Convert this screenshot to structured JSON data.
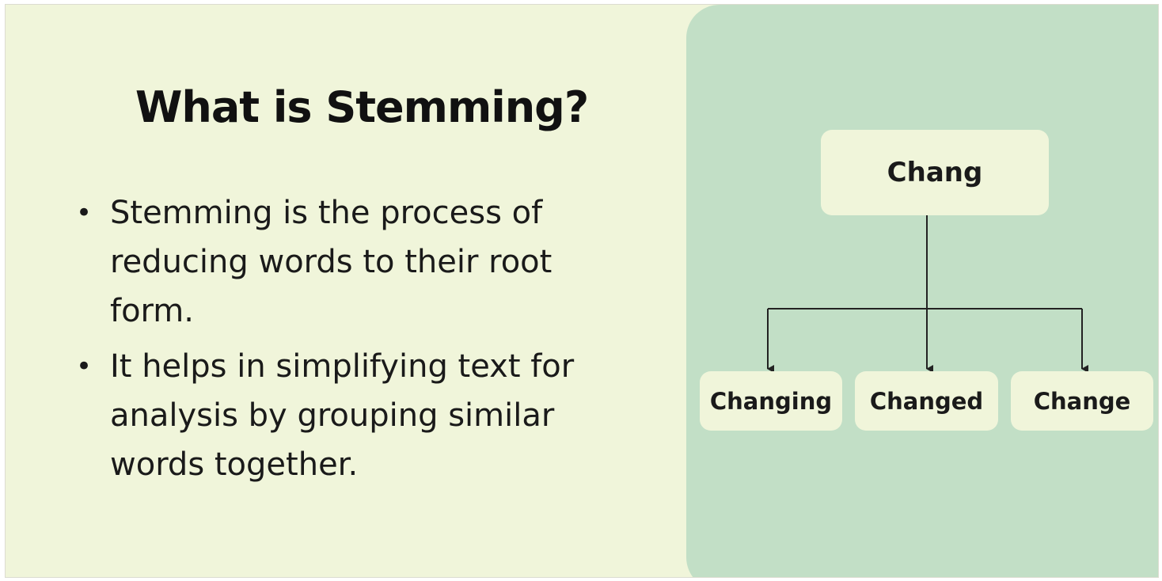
{
  "slide": {
    "title": "What is Stemming?",
    "bullets": [
      {
        "marker": "•",
        "text": "Stemming is the process of reducing words to their root form."
      },
      {
        "marker": "•",
        "text": "It helps in simplifying text for analysis by grouping similar words together."
      }
    ]
  },
  "diagram": {
    "root": "Chang",
    "children": [
      "Changing",
      "Changed",
      "Change"
    ]
  },
  "colors": {
    "slide_background": "#f0f5da",
    "panel_background": "#c2dfc6",
    "node_background": "#f0f5da",
    "text": "#1a1a1a"
  }
}
